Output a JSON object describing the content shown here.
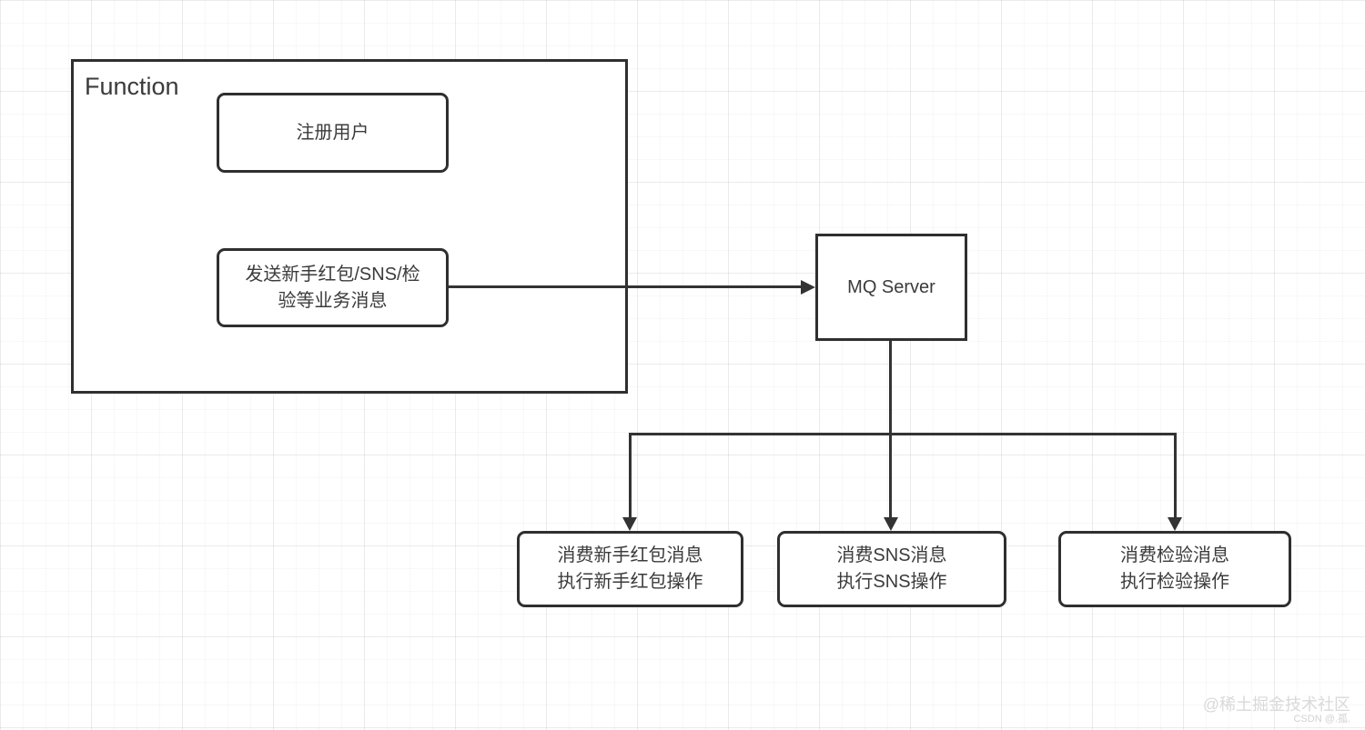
{
  "diagram": {
    "function_group": {
      "label": "Function"
    },
    "nodes": {
      "register": {
        "label": "注册用户"
      },
      "send": {
        "line1": "发送新手红包/SNS/检",
        "line2": "验等业务消息"
      },
      "mq": {
        "label": "MQ Server"
      },
      "consume_redpacket": {
        "line1": "消费新手红包消息",
        "line2": "执行新手红包操作"
      },
      "consume_sns": {
        "line1": "消费SNS消息",
        "line2": "执行SNS操作"
      },
      "consume_check": {
        "line1": "消费检验消息",
        "line2": "执行检验操作"
      }
    },
    "edges": [
      {
        "from": "send",
        "to": "mq",
        "type": "arrow"
      },
      {
        "from": "mq",
        "to": "consume_redpacket",
        "type": "arrow"
      },
      {
        "from": "mq",
        "to": "consume_sns",
        "type": "arrow"
      },
      {
        "from": "mq",
        "to": "consume_check",
        "type": "arrow"
      }
    ],
    "colors": {
      "stroke": "#333333",
      "box_border": "#2f2f2f",
      "box_fill": "#ffffff",
      "text": "#3b3b3b",
      "grid_minor": "#f2f2f3",
      "grid_major": "#e7e7e9",
      "watermark": "#d9d9d9"
    }
  },
  "watermark": {
    "line1": "@稀土掘金技术社区",
    "line2": "CSDN @.孤."
  }
}
